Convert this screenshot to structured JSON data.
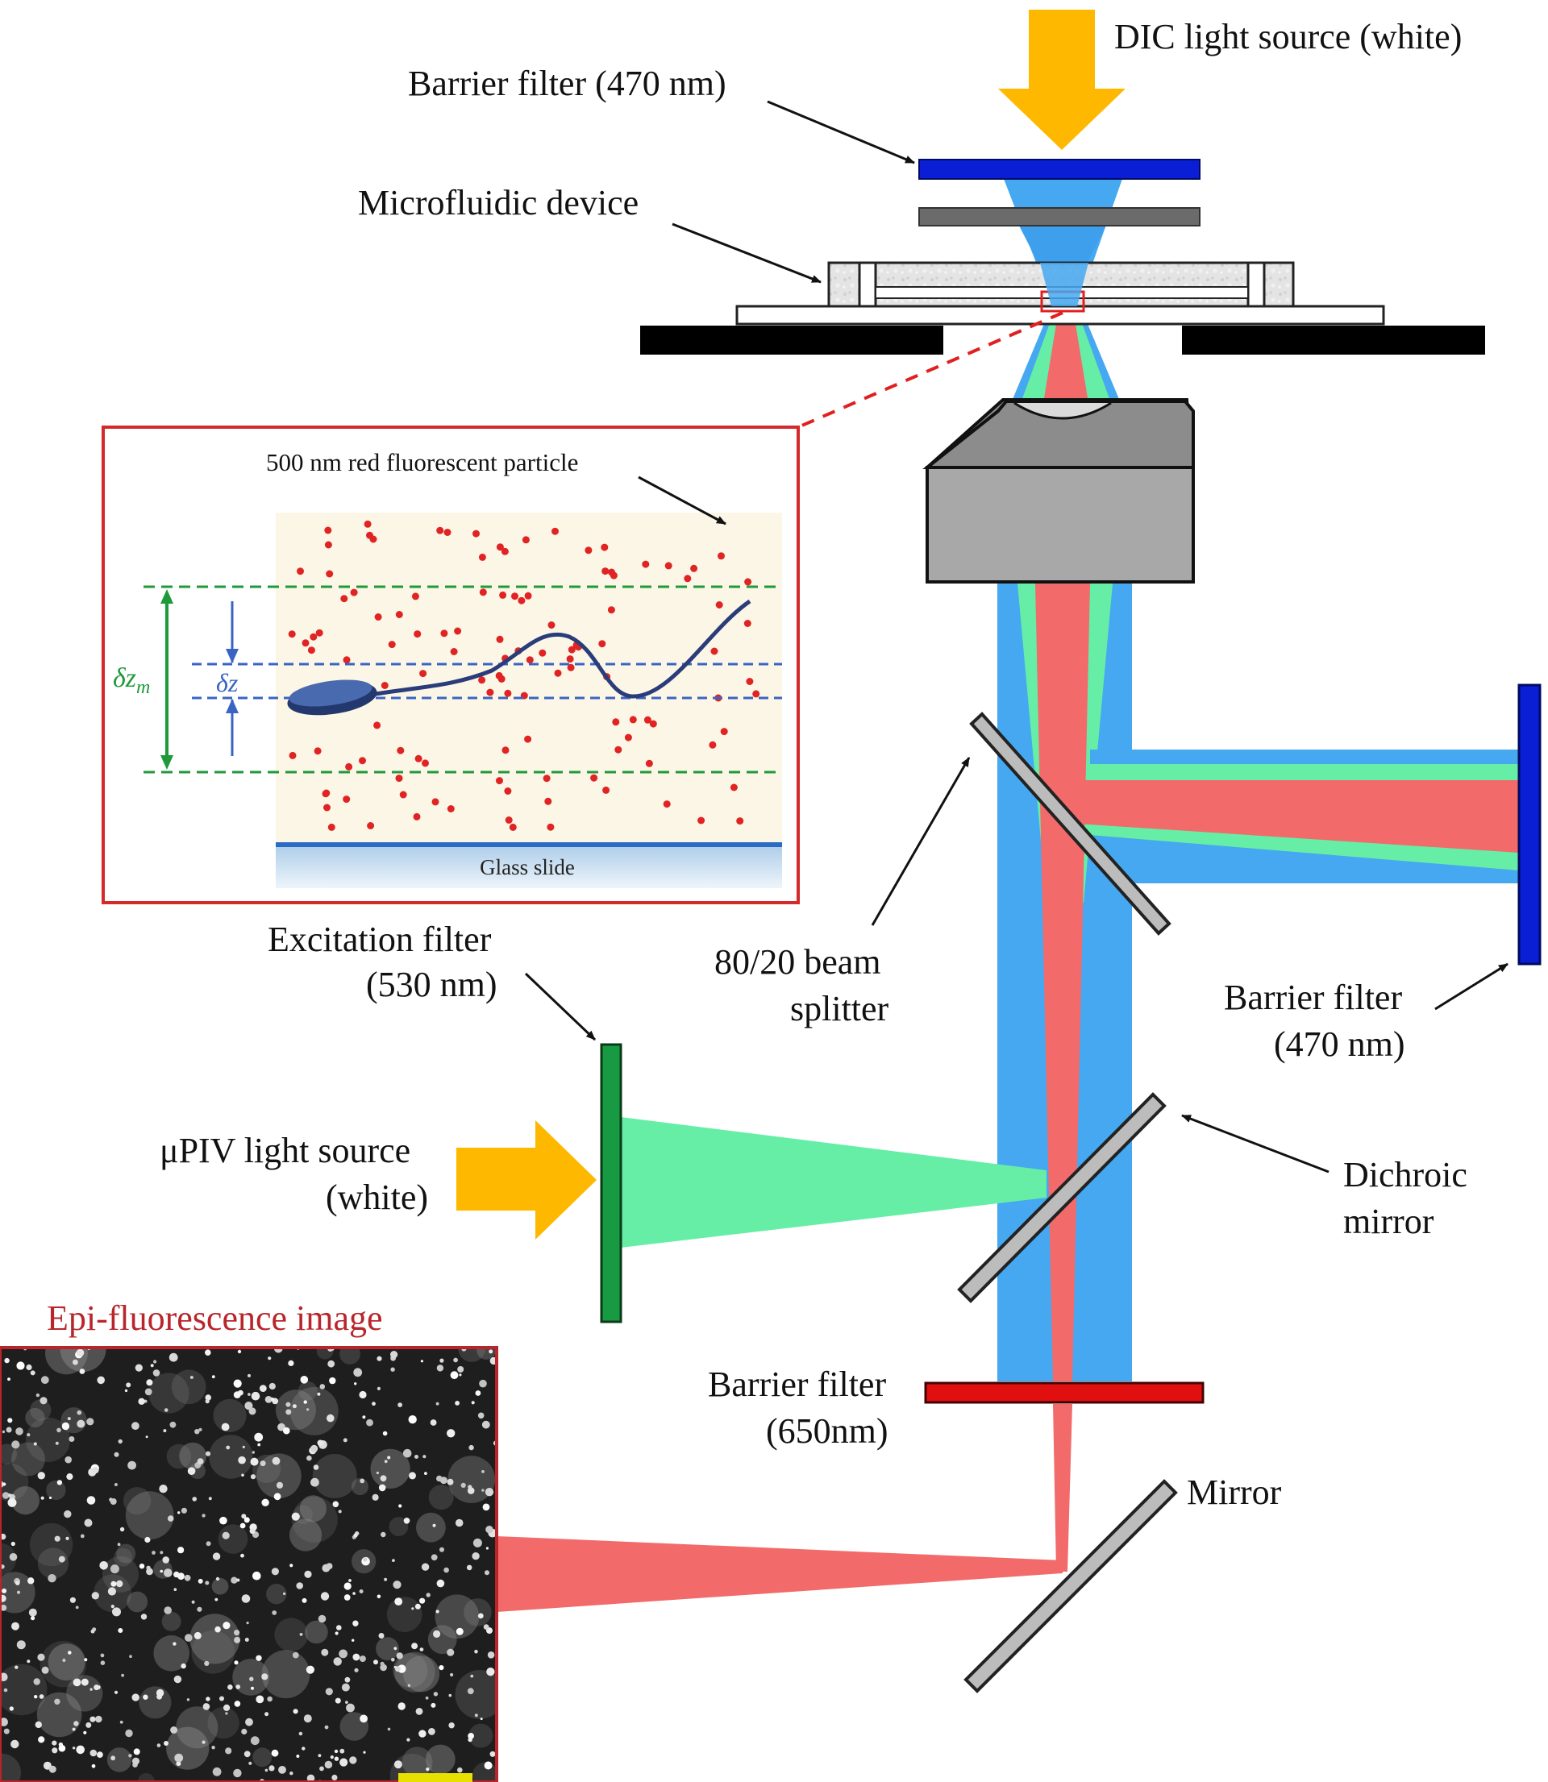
{
  "labels": {
    "dic_source": "DIC light source (white)",
    "barrier_top": "Barrier filter (470 nm)",
    "microfluidic": "Microfluidic device",
    "excitation_l1": "Excitation filter",
    "excitation_l2": "(530 nm)",
    "beam_splitter_l1": "80/20 beam",
    "beam_splitter_l2": "splitter",
    "barrier_right_l1": "Barrier filter",
    "barrier_right_l2": "(470 nm)",
    "upiv_l1": "μPIV light source",
    "upiv_l2": "(white)",
    "dichroic_l1": "Dichroic",
    "dichroic_l2": "mirror",
    "barrier_bottom_l1": "Barrier filter",
    "barrier_bottom_l2": "(650nm)",
    "mirror": "Mirror",
    "epi_title": "Epi-fluorescence image"
  },
  "inset": {
    "particle_label": "500 nm red fluorescent particle",
    "glass_slide": "Glass slide",
    "dz_m_symbol": "δz",
    "dz_m_sub": "m",
    "dz_symbol": "δz"
  },
  "colors": {
    "source_arrow": "#ffb800",
    "blue_filter": "#0a1ed6",
    "blue_beam": "#45a8f0",
    "green_beam": "#66eea6",
    "red_beam": "#f26a6a",
    "red_filter": "#e01010",
    "green_filter": "#189a42",
    "inset_border": "#d42a2a",
    "green_dashed": "#1f9a3a",
    "blue_dashed": "#3a64c4",
    "epi_title_color": "#b8262c"
  }
}
